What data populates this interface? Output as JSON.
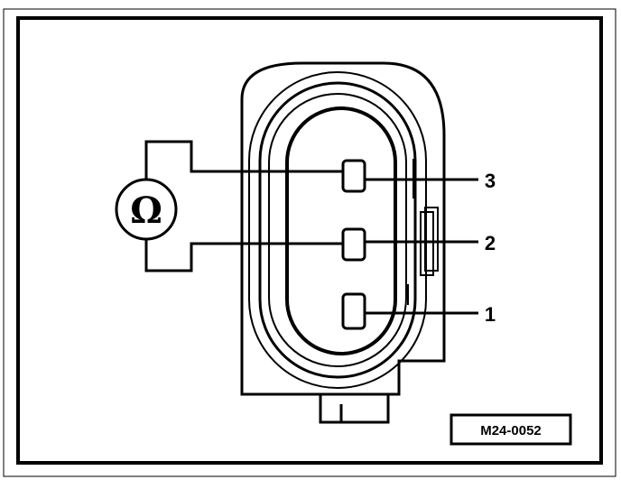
{
  "diagram": {
    "ohmmeter_symbol": "Ω",
    "reference_code": "M24-0052",
    "pins": [
      {
        "label": "3"
      },
      {
        "label": "2"
      },
      {
        "label": "1"
      }
    ]
  }
}
